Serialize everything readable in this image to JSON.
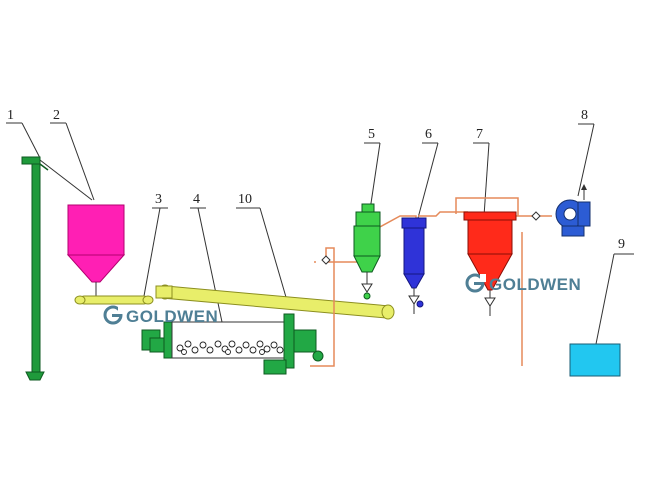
{
  "labels": [
    "1",
    "2",
    "3",
    "4",
    "10",
    "5",
    "6",
    "7",
    "8",
    "9"
  ],
  "watermarks": [
    "GOLDWEN",
    "GOLDWEN"
  ],
  "colors": {
    "elevator": "#1f9a3b",
    "hopper": "#ff1fb4",
    "conveyor": "#e8ee6a",
    "mill": "#22a845",
    "cyclone": "#3fd24a",
    "filter": "#2f33d8",
    "collector": "#ff2a1a",
    "fan": "#2c5cd4",
    "tank": "#22c7f0",
    "pipe": "#e58a5a",
    "brand": "#4f7f95"
  },
  "icons": [
    "logo-icon",
    "logo-icon"
  ]
}
